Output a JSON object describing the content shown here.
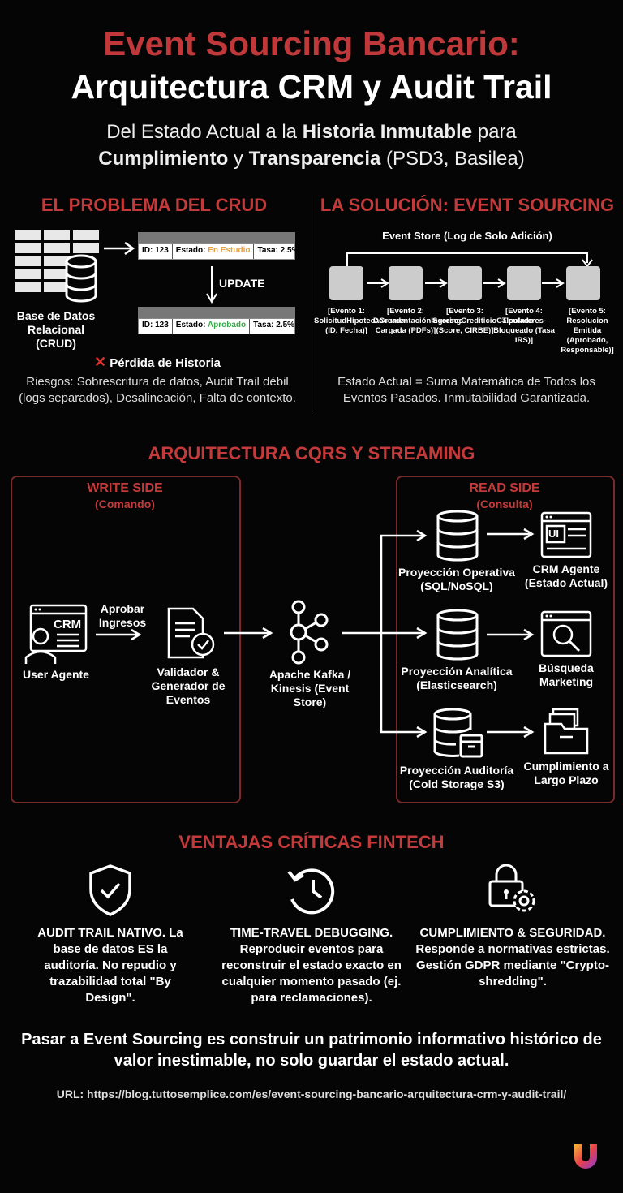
{
  "header": {
    "title_line1": "Event Sourcing Bancario:",
    "title_line2": "Arquitectura CRM y Audit Trail",
    "subtitle_p1": "Del Estado Actual a la ",
    "subtitle_b1": "Historia Inmutable",
    "subtitle_p2": " para",
    "subtitle_b2": "Cumplimiento",
    "subtitle_p3": " y ",
    "subtitle_b3": "Transparencia",
    "subtitle_p4": " (PSD3, Basilea)"
  },
  "problem": {
    "heading": "EL PROBLEMA DEL CRUD",
    "db_label": "Base de Datos Relacional (CRUD)",
    "row1": {
      "id": "ID: 123",
      "estado_label": "Estado: ",
      "estado_value": "En Estudio",
      "tasa": "Tasa: 2.5%"
    },
    "update_label": "UPDATE",
    "row2": {
      "id": "ID: 123",
      "estado_label": "Estado: ",
      "estado_value": "Aprobado",
      "tasa": "Tasa: 2.5%"
    },
    "loss_label": "Pérdida de Historia",
    "risks": "Riesgos: Sobrescritura de datos, Audit Trail débil (logs separados), Desalineación, Falta de contexto."
  },
  "solution": {
    "heading": "LA SOLUCIÓN: EVENT SOURCING",
    "store_label": "Event Store (Log de Solo Adición)",
    "events": [
      "[Evento 1: SolicitudHipotecaCreada (ID, Fecha)]",
      "[Evento 2: DocumentaciónIngresos-Cargada (PDFs)]",
      "[Evento 3: ScoringCrediticioCalculado (Score, CIRBE)]",
      "[Evento 4: TipoInteres-Bloqueado (Tasa IRS)]",
      "[Evento 5: Resolucion Emitida (Aprobado, Responsable)]"
    ],
    "summary": "Estado Actual = Suma Matemática de Todos los Eventos Pasados. Inmutabilidad Garantizada."
  },
  "cqrs": {
    "heading": "ARQUITECTURA CQRS Y STREAMING",
    "write_title": "WRITE SIDE",
    "write_sub": "(Comando)",
    "read_title": "READ SIDE",
    "read_sub": "(Consulta)",
    "crm_badge": "CRM",
    "user_label": "User Agente",
    "approve_label": "Aprobar Ingresos",
    "validator_label": "Validador & Generador de Eventos",
    "kafka_label": "Apache Kafka / Kinesis (Event Store)",
    "ui_badge": "UI",
    "proj1": "Proyección Operativa (SQL/NoSQL)",
    "out1": "CRM Agente (Estado Actual)",
    "proj2": "Proyección Analítica (Elasticsearch)",
    "out2": "Búsqueda Marketing",
    "proj3": "Proyección Auditoría (Cold Storage S3)",
    "out3": "Cumplimiento a Largo Plazo"
  },
  "advantages": {
    "heading": "VENTAJAS CRÍTICAS FINTECH",
    "items": [
      {
        "icon": "shield-check-icon",
        "text": "AUDIT TRAIL NATIVO. La base de datos ES la auditoría. No repudio y trazabilidad total \"By Design\"."
      },
      {
        "icon": "history-clock-icon",
        "text": "TIME-TRAVEL DEBUGGING. Reproducir eventos para reconstruir el estado exacto en cualquier momento pasado (ej. para reclamaciones)."
      },
      {
        "icon": "lock-gear-icon",
        "text": "CUMPLIMIENTO & SEGURIDAD. Responde a normativas estrictas. Gestión GDPR mediante \"Crypto-shredding\"."
      }
    ]
  },
  "footer": {
    "conclusion": "Pasar a Event Sourcing es construir un patrimonio informativo histórico de valor inestimable, no solo guardar el estado actual.",
    "url": "URL: https://blog.tuttosemplice.com/es/event-sourcing-bancario-arquitectura-crm-y-audit-trail/"
  },
  "colors": {
    "accent": "#c43a3a",
    "status_study": "#e8a23a",
    "status_approved": "#3aa84a"
  }
}
